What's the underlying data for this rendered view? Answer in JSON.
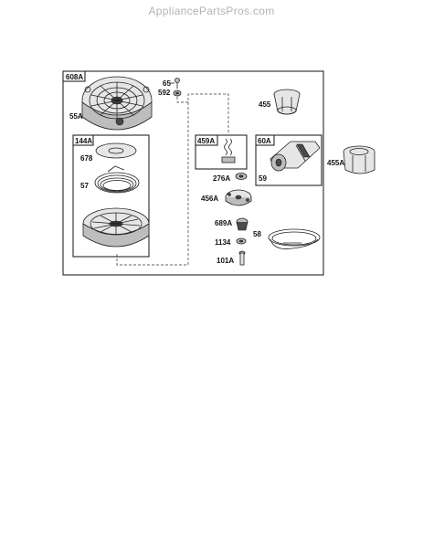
{
  "watermark": "AppliancePartsPros.com",
  "assembly_labels": {
    "outer": "608A",
    "pulley_kit": "144A",
    "spring_kit": "459A",
    "handle_kit": "60A"
  },
  "part_labels": {
    "p65": "65",
    "p592": "592",
    "p55A": "55A",
    "p455": "455",
    "p678": "678",
    "p57": "57",
    "p276A": "276A",
    "p59": "59",
    "p455A": "455A",
    "p456A": "456A",
    "p689A": "689A",
    "p58": "58",
    "p1134": "1134",
    "p101A": "101A"
  }
}
